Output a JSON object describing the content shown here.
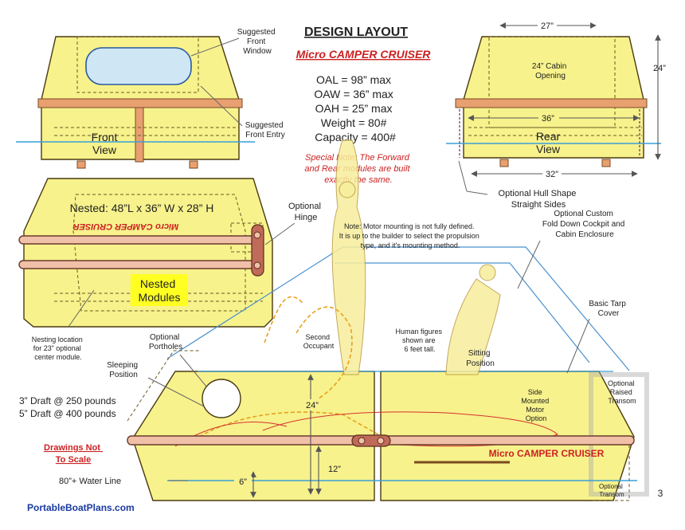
{
  "title": "DESIGN LAYOUT",
  "subtitle": "Micro CAMPER CRUISER",
  "specs": [
    "OAL = 98” max",
    "OAW = 36” max",
    "OAH = 25” max",
    "Weight = 80#",
    "Capacity = 400#"
  ],
  "special_note": [
    "Special Note: The Forward",
    "and Rear modules are built",
    "exactly the same."
  ],
  "front_view": {
    "label_1": "Front",
    "label_2": "View",
    "window_note": [
      "Suggested",
      "Front",
      "Window"
    ],
    "entry_note": [
      "Suggested",
      "Front Entry"
    ]
  },
  "rear_view": {
    "label_1": "Rear",
    "label_2": "View",
    "top_width": "27”",
    "height": "24”",
    "mid_width": "36”",
    "bottom_width": "32”",
    "cabin_opening": [
      "24” Cabin",
      "Opening"
    ],
    "hull_note": [
      "Optional Hull Shape",
      "Straight Sides"
    ]
  },
  "nested": {
    "dims": "Nested: 48”L x 36” W x 28” H",
    "brand_upside": "Micro CAMPER CRUISER",
    "badge": [
      "Nested",
      "Modules"
    ],
    "nesting_note": [
      "Nesting location",
      "for 23” optional",
      "center module."
    ],
    "hinge_note": [
      "Optional",
      "Hinge"
    ]
  },
  "motor_note": [
    "Note: Motor mounting is not fully defined.",
    "It is up to the builder to select the propulsion",
    "type, and it's mounting method."
  ],
  "cockpit_note": [
    "Optional Custom",
    "Fold Down Cockpit and",
    "Cabin Enclosure"
  ],
  "tarp_note": [
    "Basic Tarp",
    "Cover"
  ],
  "portholes_note": [
    "Optional",
    "Portholes"
  ],
  "sleeping_note": [
    "Sleeping",
    "Position"
  ],
  "second_occupant": [
    "Second",
    "Occupant"
  ],
  "human_note": [
    "Human figures",
    "shown are",
    "6 feet tall."
  ],
  "sitting_note": [
    "Sitting",
    "Position"
  ],
  "side_motor_note": [
    "Side",
    "Mounted",
    "Motor",
    "Option"
  ],
  "raised_transom_note": [
    "Optional",
    "Raised",
    "Transom"
  ],
  "draft_1": "3” Draft @ 250 pounds",
  "draft_2": "5” Draft @ 400 pounds",
  "drawings_note": [
    "Drawings Not",
    "To Scale"
  ],
  "water_line": "80”+ Water Line",
  "dim_24": "24”",
  "dim_12": "12”",
  "dim_6": "6”",
  "side_brand": "Micro CAMPER CRUISER",
  "transom_note": [
    "Optional",
    "Transom"
  ],
  "website": "PortableBoatPlans.com",
  "page_number": "3",
  "colors": {
    "hull": "#f7f28c",
    "title_red": "#cc2222",
    "website_blue": "#1a3aa0",
    "badge_yellow": "#ffff22",
    "water_blue": "#3aa0d8"
  }
}
